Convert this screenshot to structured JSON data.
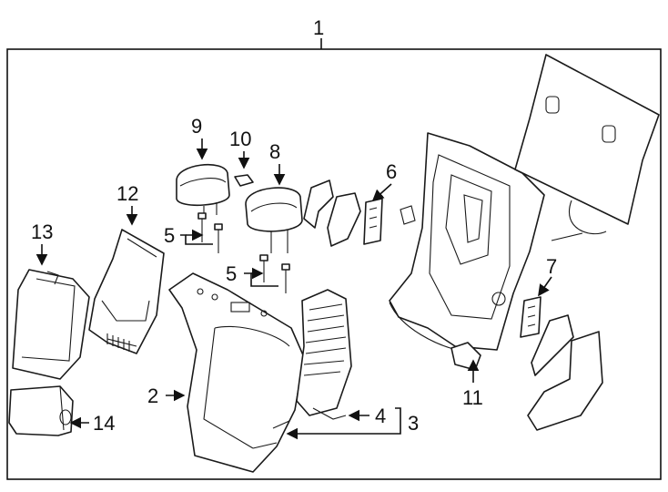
{
  "diagram": {
    "callouts": {
      "c1": "1",
      "c2": "2",
      "c3": "3",
      "c4": "4",
      "c5a": "5",
      "c5b": "5",
      "c6": "6",
      "c7": "7",
      "c8": "8",
      "c9": "9",
      "c10": "10",
      "c11": "11",
      "c12": "12",
      "c13": "13",
      "c14": "14"
    }
  }
}
